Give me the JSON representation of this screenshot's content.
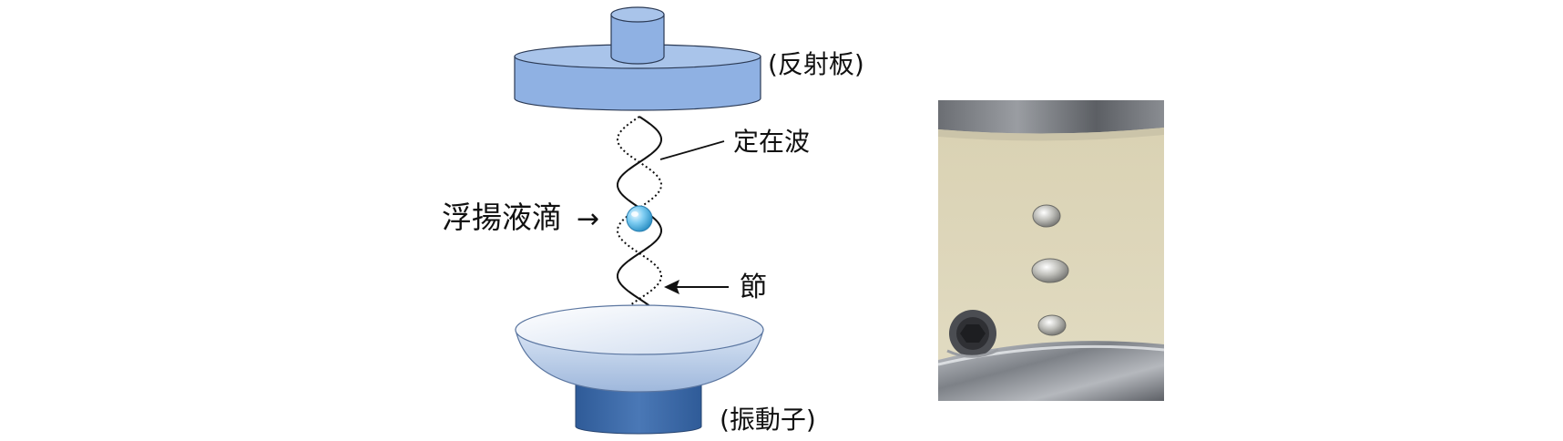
{
  "labels": {
    "reflector": "(反射板)",
    "standing_wave": "定在波",
    "droplet": "浮揚液滴",
    "droplet_arrow": "→",
    "node": "節",
    "vibrator": "(振動子)"
  },
  "colors": {
    "reflector_top": "#a9c4ea",
    "reflector_side": "#8fb1e3",
    "reflector_stroke": "#2b3a55",
    "vibrator_base": "#3d6aa8",
    "vibrator_dish_top": "#edf2fa",
    "vibrator_dish_side": "#b9cde8",
    "droplet": "#59b9ea",
    "photo_background": "#dcd4b5",
    "photo_metal": "#7f838a"
  }
}
